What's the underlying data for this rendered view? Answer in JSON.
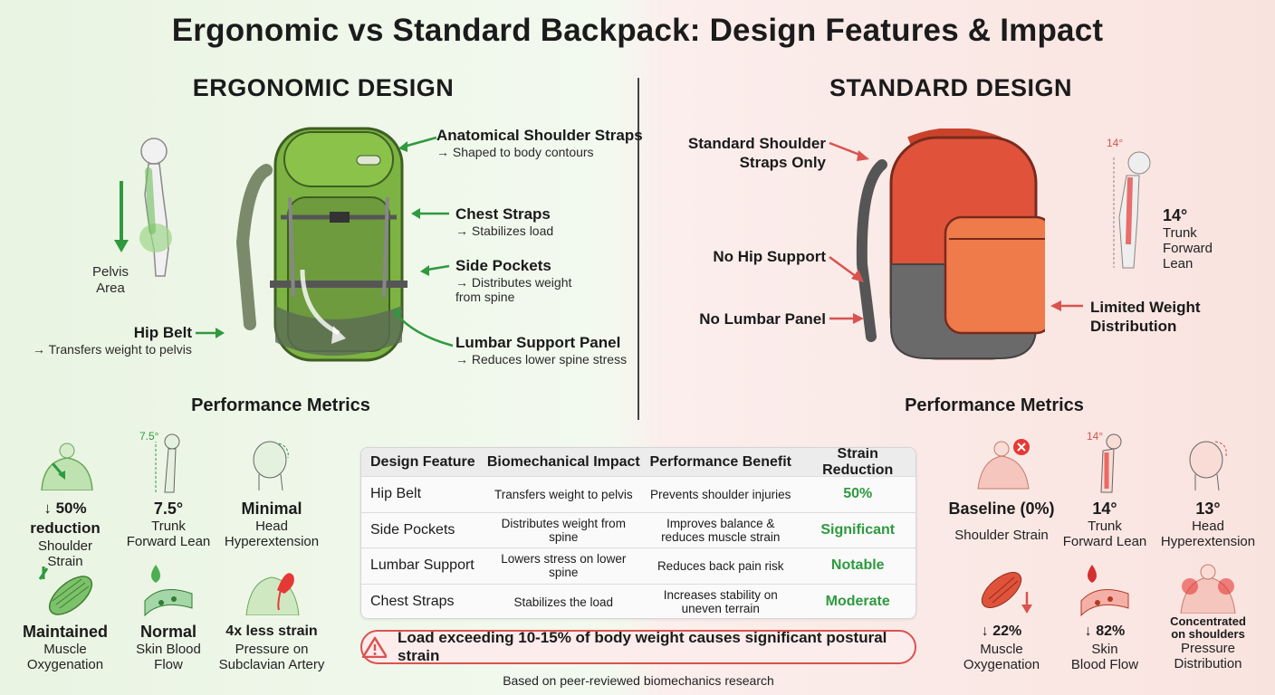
{
  "title": "Ergonomic vs Standard Backpack: Design Features & Impact",
  "ergonomic": {
    "heading": "ERGONOMIC DESIGN",
    "pelvis_label": "Pelvis\nArea",
    "callouts": {
      "shoulder": {
        "title": "Anatomical Shoulder Straps",
        "sub": "→ Shaped to body contours"
      },
      "chest": {
        "title": "Chest Straps",
        "sub": "→ Stabilizes load"
      },
      "side": {
        "title": "Side Pockets",
        "sub": "→ Distributes weight\nfrom spine"
      },
      "lumbar": {
        "title": "Lumbar Support Panel",
        "sub": "→ Reduces lower spine stress"
      },
      "hip": {
        "title": "Hip Belt",
        "sub": "→ Transfers weight to pelvis"
      }
    },
    "perf_title": "Performance Metrics",
    "metrics": {
      "shoulder": {
        "big": "↓ 50% reduction",
        "small": "Shoulder\nStrain"
      },
      "trunk": {
        "icon_label": "7.5°",
        "big": "7.5°",
        "small": "Trunk\nForward Lean"
      },
      "head": {
        "big": "Minimal",
        "small": "Head\nHyperextension"
      },
      "muscle": {
        "big": "Maintained",
        "small": "Muscle\nOxygenation"
      },
      "skin": {
        "big": "Normal",
        "small": "Skin Blood\nFlow"
      },
      "artery": {
        "big": "4x less strain",
        "small": "Pressure on\nSubclavian Artery"
      }
    }
  },
  "standard": {
    "heading": "STANDARD DESIGN",
    "callouts": {
      "straps": "Standard Shoulder\nStraps Only",
      "hip": "No Hip Support",
      "lumbar": "No Lumbar Panel",
      "weight": "Limited Weight\nDistribution"
    },
    "lean_icon_label": "14°",
    "lean": {
      "big": "14°",
      "small": "Trunk\nForward\nLean"
    },
    "perf_title": "Performance Metrics",
    "metrics": {
      "shoulder": {
        "big": "Baseline (0%)",
        "small": "Shoulder Strain"
      },
      "trunk": {
        "icon_label": "14°",
        "big": "14°",
        "small": "Trunk\nForward Lean"
      },
      "head": {
        "big": "13°",
        "small": "Head\nHyperextension"
      },
      "muscle": {
        "big": "↓ 22%",
        "small": "Muscle\nOxygenation"
      },
      "skin": {
        "big": "↓ 82%",
        "small": "Skin\nBlood Flow"
      },
      "pressure": {
        "big": "Concentrated\non shoulders",
        "small": "Pressure\nDistribution"
      }
    }
  },
  "table": {
    "headers": [
      "Design Feature",
      "Biomechanical Impact",
      "Performance Benefit",
      "Strain Reduction"
    ],
    "rows": [
      [
        "Hip Belt",
        "Transfers weight to pelvis",
        "Prevents shoulder injuries",
        "50%"
      ],
      [
        "Side Pockets",
        "Distributes weight from spine",
        "Improves balance &\nreduces muscle strain",
        "Significant"
      ],
      [
        "Lumbar Support",
        "Lowers stress on lower spine",
        "Reduces back pain risk",
        "Notable"
      ],
      [
        "Chest Straps",
        "Stabilizes the load",
        "Increases stability on\nuneven terrain",
        "Moderate"
      ]
    ]
  },
  "warning": "Load exceeding 10-15% of body weight causes significant postural strain",
  "footer": "Based on peer-reviewed biomechanics research",
  "colors": {
    "green": "#2e9a3e",
    "red": "#d9534f",
    "green_bag": "#7cb342",
    "red_bag": "#e0533a"
  }
}
